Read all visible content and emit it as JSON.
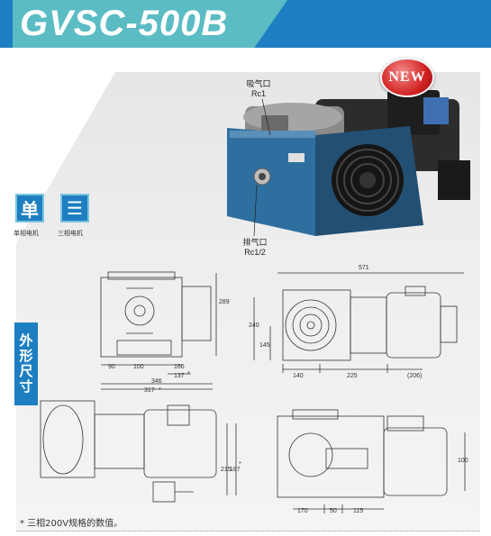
{
  "header": {
    "title": "GVSC-500B",
    "accent_color": "#5bbcc4",
    "brand_color": "#1d7fc1"
  },
  "badge": {
    "text": "NEW"
  },
  "photo": {
    "intake_label": "吸气口",
    "intake_spec": "Rc1",
    "exhaust_label": "排气口",
    "exhaust_spec": "Rc1/2"
  },
  "motor_types": [
    {
      "icon": "单",
      "label": "单相电机"
    },
    {
      "icon": "☰",
      "label": "三相电机"
    }
  ],
  "section_tab": "外形尺寸",
  "dims": {
    "front_289": "289",
    "front_90": "90",
    "front_100": "100",
    "front_166": "166",
    "front_137": "137",
    "front_star1": "*",
    "front_346": "346",
    "front_317": "317",
    "front_star2": "*",
    "side_571": "571",
    "side_240": "240",
    "side_145": "145",
    "side_140": "140",
    "side_225": "225",
    "side_206": "(206)",
    "top_215": "215",
    "top_187": "187",
    "top_star": "*",
    "bot_100": "100",
    "bot_170": "170",
    "bot_50": "50",
    "bot_115": "115"
  },
  "footnote": "* 三相200V规格的数值。"
}
